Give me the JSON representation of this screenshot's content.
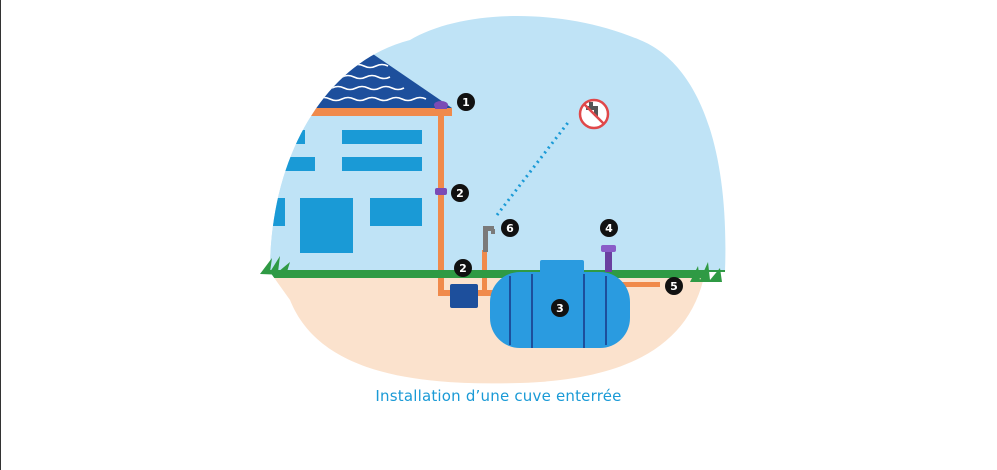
{
  "caption": "Installation d’une cuve enterrée",
  "colors": {
    "sky": "#bfe3f6",
    "ground": "#fbe2cd",
    "grass": "#2f9a44",
    "house": "#1a9ad6",
    "pipe": "#f08a4b",
    "tank": "#2a9be0",
    "caption": "#1a9ad6"
  },
  "icons": {
    "no_drinking_water": "no-drinking-water-icon",
    "faucet": "faucet-icon",
    "vent": "vent-pipe-icon"
  },
  "markers": [
    "1",
    "2",
    "2",
    "4",
    "6",
    "3",
    "5"
  ]
}
